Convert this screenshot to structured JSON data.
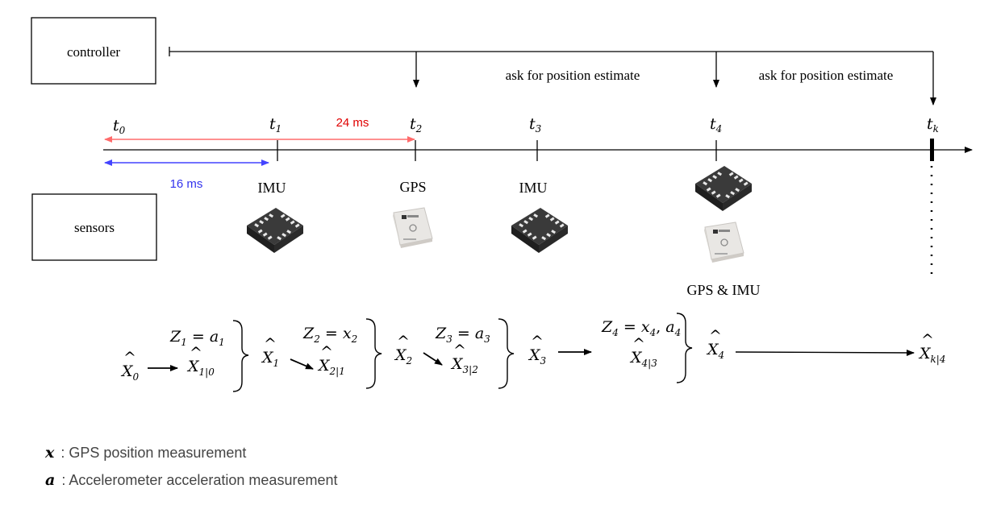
{
  "controller_box": {
    "label": "controller"
  },
  "sensors_box": {
    "label": "sensors"
  },
  "requests": [
    {
      "text": "ask for position estimate"
    },
    {
      "text": "ask for position estimate"
    }
  ],
  "timeline": {
    "ticks": [
      {
        "var": "t",
        "sub": "0"
      },
      {
        "var": "t",
        "sub": "1"
      },
      {
        "var": "t",
        "sub": "2"
      },
      {
        "var": "t",
        "sub": "3"
      },
      {
        "var": "t",
        "sub": "4"
      },
      {
        "var": "t",
        "sub": "k"
      }
    ],
    "interval_gps": {
      "label": "24 ms",
      "color": "#ff6b6b"
    },
    "interval_imu": {
      "label": "16 ms",
      "color": "#4444ff"
    }
  },
  "sensors": [
    {
      "label": "IMU",
      "chips": [
        "imu-chip"
      ]
    },
    {
      "label": "GPS",
      "chips": [
        "gps-chip"
      ]
    },
    {
      "label": "IMU",
      "chips": [
        "imu-chip"
      ]
    },
    {
      "label": "GPS & IMU",
      "chips": [
        "imu-chip",
        "gps-chip"
      ]
    }
  ],
  "equations": {
    "x0": {
      "var": "X",
      "sub": "0"
    },
    "pred1": {
      "var": "X",
      "sub": "1|0"
    },
    "meas1": {
      "lhs": "Z",
      "lhs_sub": "1",
      "rhs": "a",
      "rhs_sub": "1"
    },
    "x1": {
      "var": "X",
      "sub": "1"
    },
    "pred2": {
      "var": "X",
      "sub": "2|1"
    },
    "meas2": {
      "lhs": "Z",
      "lhs_sub": "2",
      "rhs": "x",
      "rhs_sub": "2"
    },
    "x2": {
      "var": "X",
      "sub": "2"
    },
    "pred3": {
      "var": "X",
      "sub": "3|2"
    },
    "meas3": {
      "lhs": "Z",
      "lhs_sub": "3",
      "rhs": "a",
      "rhs_sub": "3"
    },
    "x3": {
      "var": "X",
      "sub": "3"
    },
    "pred4": {
      "var": "X",
      "sub": "4|3"
    },
    "meas4": {
      "lhs": "Z",
      "lhs_sub": "4",
      "rhs": "x",
      "rhs_sub": "4",
      "rhs2": "a",
      "rhs2_sub": "4"
    },
    "x4": {
      "var": "X",
      "sub": "4"
    },
    "xk": {
      "var": "X",
      "sub": "k|4"
    }
  },
  "legend": [
    {
      "symbol": "x",
      "text": ": GPS position measurement"
    },
    {
      "symbol": "a",
      "text": ": Accelerometer acceleration measurement"
    }
  ]
}
